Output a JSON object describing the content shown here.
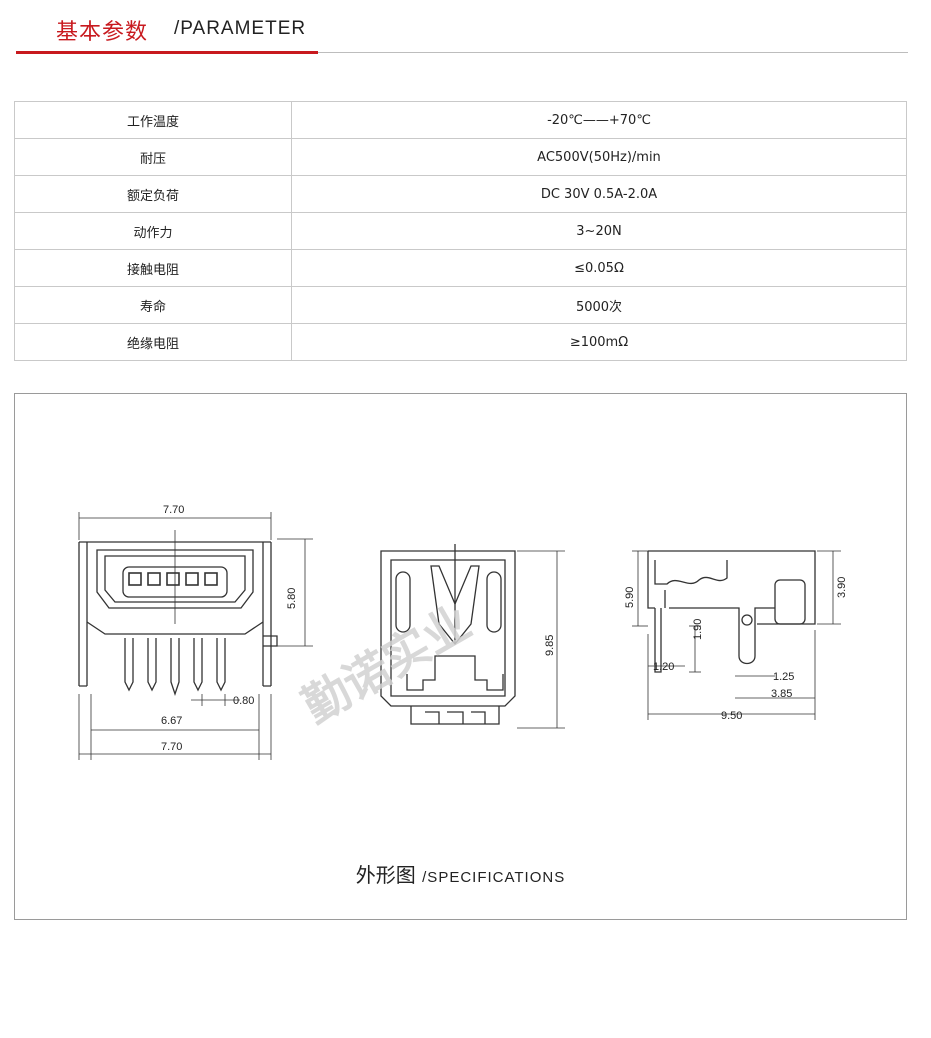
{
  "header": {
    "title_cn": "基本参数",
    "title_en": "/PARAMETER"
  },
  "colors": {
    "accent": "#c8191e",
    "border": "#c9c9c9"
  },
  "parameters": [
    {
      "label": "工作温度",
      "value": "-20℃——+70℃"
    },
    {
      "label": "耐压",
      "value": "AC500V(50Hz)/min"
    },
    {
      "label": "额定负荷",
      "value": "DC 30V 0.5A-2.0A"
    },
    {
      "label": "动作力",
      "value": "3~20N"
    },
    {
      "label": "接触电阻",
      "value": "≤0.05Ω"
    },
    {
      "label": "寿命",
      "value": "5000次"
    },
    {
      "label": "绝缘电阻",
      "value": "≥100mΩ"
    }
  ],
  "drawing": {
    "front_view": {
      "width_top": "7.70",
      "height": "5.80",
      "pin_pitch": "0.80",
      "pin_span": "6.67",
      "width_bottom": "7.70"
    },
    "top_view": {
      "length": "9.85",
      "watermark": "勤诺实业"
    },
    "side_view": {
      "height_total": "3.90",
      "height_left": "5.90",
      "pin_length": "1.90",
      "pin_offset": "1.20",
      "slot_width": "1.25",
      "slot_offset": "3.85",
      "length": "9.50"
    }
  },
  "caption": {
    "cn": "外形图",
    "en": "/SPECIFICATIONS"
  }
}
